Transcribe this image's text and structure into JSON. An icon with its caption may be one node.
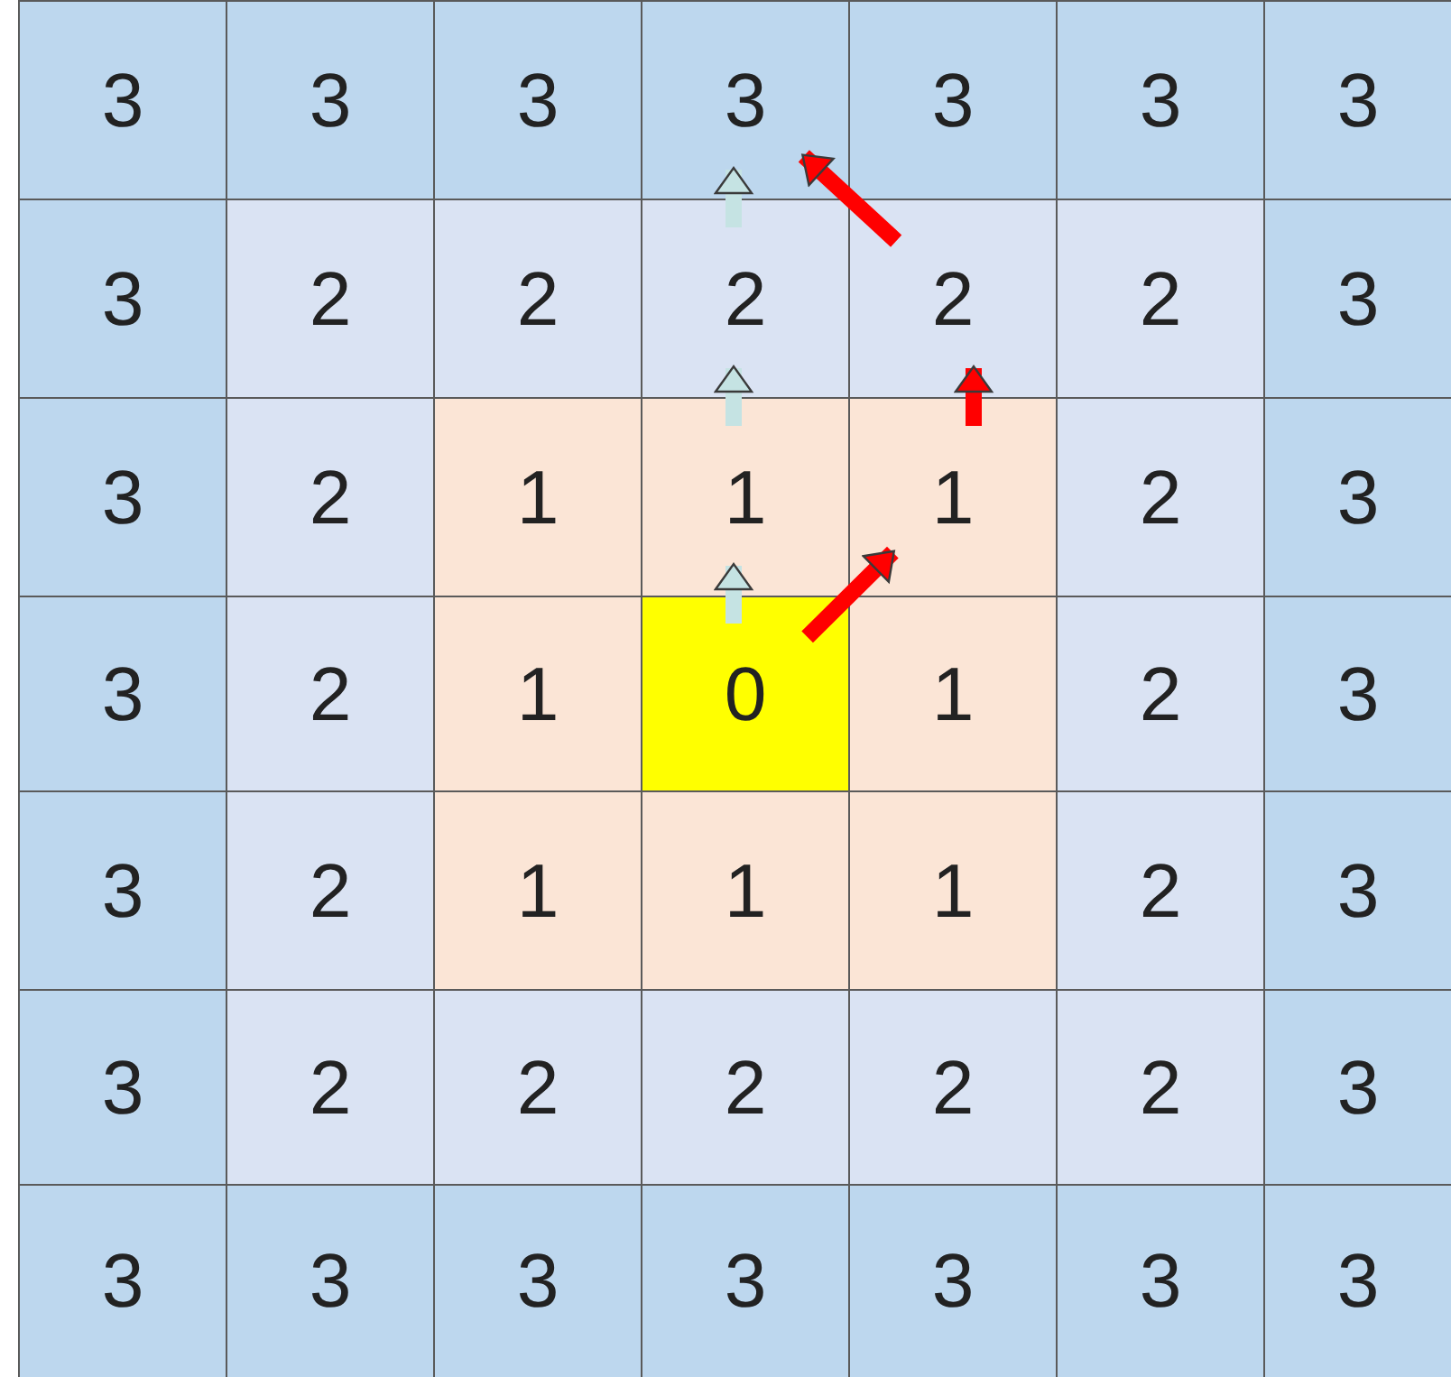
{
  "diagram": {
    "nodes": [
      {
        "text": [
          "3"
        ]
      },
      {
        "text": [
          "3"
        ]
      },
      {
        "text": [
          "3"
        ]
      },
      {
        "text": [
          "3"
        ]
      },
      {
        "text": [
          "3"
        ]
      },
      {
        "text": [
          "3"
        ]
      },
      {
        "text": [
          "3"
        ]
      },
      {
        "text": [
          "3"
        ]
      },
      {
        "text": [
          "2"
        ]
      },
      {
        "text": [
          "2"
        ]
      },
      {
        "text": [
          "2"
        ]
      },
      {
        "text": [
          "2"
        ]
      },
      {
        "text": [
          "2"
        ]
      },
      {
        "text": [
          "3"
        ]
      },
      {
        "text": [
          "3"
        ]
      },
      {
        "text": [
          "2"
        ]
      },
      {
        "text": [
          "1"
        ]
      },
      {
        "text": [
          "1"
        ]
      },
      {
        "text": [
          "1"
        ]
      },
      {
        "text": [
          "2"
        ]
      },
      {
        "text": [
          "3"
        ]
      },
      {
        "text": [
          "3"
        ]
      },
      {
        "text": [
          "2"
        ]
      },
      {
        "text": [
          "1"
        ]
      },
      {
        "text": [
          "0"
        ]
      },
      {
        "text": [
          "1"
        ]
      },
      {
        "text": [
          "2"
        ]
      },
      {
        "text": [
          "3"
        ]
      },
      {
        "text": [
          "3"
        ]
      },
      {
        "text": [
          "2"
        ]
      },
      {
        "text": [
          "1"
        ]
      },
      {
        "text": [
          "1"
        ]
      },
      {
        "text": [
          "1"
        ]
      },
      {
        "text": [
          "2"
        ]
      },
      {
        "text": [
          "3"
        ]
      },
      {
        "text": [
          "3"
        ]
      },
      {
        "text": [
          "2"
        ]
      },
      {
        "text": [
          "2"
        ]
      },
      {
        "text": [
          "2"
        ]
      },
      {
        "text": [
          "2"
        ]
      },
      {
        "text": [
          "2"
        ]
      },
      {
        "text": [
          "3"
        ]
      },
      {
        "text": [
          "3"
        ]
      },
      {
        "text": [
          "3"
        ]
      },
      {
        "text": [
          "3"
        ]
      },
      {
        "text": [
          "3"
        ]
      },
      {
        "text": [
          "3"
        ]
      },
      {
        "text": [
          "3"
        ]
      },
      {
        "text": [
          "3"
        ]
      }
    ],
    "edges": [
      {
        "from": 24,
        "to": 17,
        "arrow": "to",
        "color": "#c5e3e3"
      },
      {
        "from": 17,
        "to": 10,
        "arrow": "to",
        "color": "#c5e3e3"
      },
      {
        "from": 10,
        "to": 3,
        "arrow": "to",
        "color": "#c5e3e3"
      },
      {
        "from": 24,
        "to": 18,
        "arrow": "to",
        "color": "#ff0000"
      },
      {
        "from": 18,
        "to": 11,
        "arrow": "to",
        "color": "#ff0000"
      },
      {
        "from": 11,
        "to": 3,
        "arrow": "to",
        "color": "#ff0000"
      }
    ]
  }
}
